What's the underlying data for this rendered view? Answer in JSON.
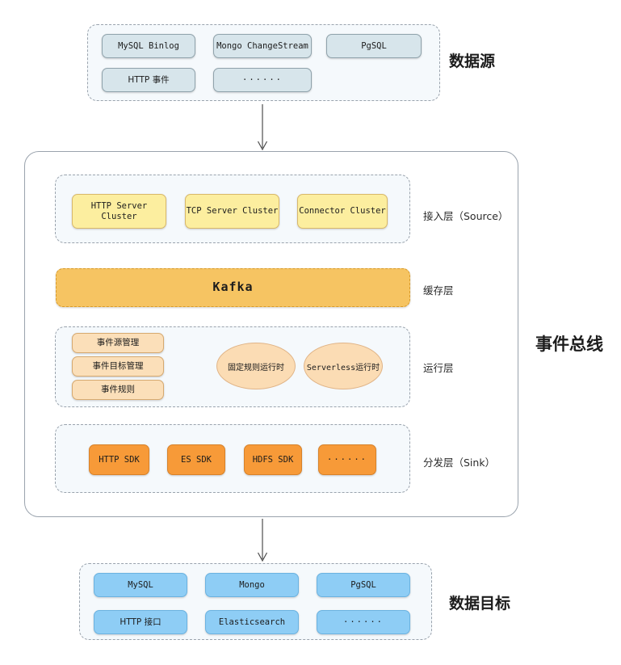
{
  "diagram": {
    "title_data_source": "数据源",
    "title_event_bus": "事件总线",
    "title_data_target": "数据目标"
  },
  "data_source": {
    "label": "数据源",
    "items": [
      {
        "name": "MySQL Binlog"
      },
      {
        "name": "Mongo ChangeStream"
      },
      {
        "name": "PgSQL"
      },
      {
        "name": "HTTP 事件"
      },
      {
        "name": "······"
      }
    ]
  },
  "event_bus": {
    "label": "事件总线",
    "layers": [
      {
        "key": "ingress",
        "label": "接入层（Source）",
        "items": [
          {
            "name": "HTTP Server Cluster"
          },
          {
            "name": "TCP Server Cluster"
          },
          {
            "name": "Connector Cluster"
          }
        ]
      },
      {
        "key": "cache",
        "label": "缓存层",
        "items": [
          {
            "name": "Kafka"
          }
        ]
      },
      {
        "key": "runtime",
        "label": "运行层",
        "items": [
          {
            "name": "事件源管理"
          },
          {
            "name": "事件目标管理"
          },
          {
            "name": "事件规则"
          }
        ],
        "ellipses": [
          {
            "name": "固定规则运行时"
          },
          {
            "name": "Serverless运行时"
          }
        ]
      },
      {
        "key": "sink",
        "label": "分发层（Sink）",
        "items": [
          {
            "name": "HTTP SDK"
          },
          {
            "name": "ES SDK"
          },
          {
            "name": "HDFS SDK"
          },
          {
            "name": "······"
          }
        ]
      }
    ]
  },
  "data_target": {
    "label": "数据目标",
    "items": [
      {
        "name": "MySQL"
      },
      {
        "name": "Mongo"
      },
      {
        "name": "PgSQL"
      },
      {
        "name": "HTTP 接口"
      },
      {
        "name": "Elasticsearch"
      },
      {
        "name": "······"
      }
    ]
  },
  "flows": [
    {
      "name": "source-to-bus"
    },
    {
      "name": "bus-to-target"
    }
  ]
}
